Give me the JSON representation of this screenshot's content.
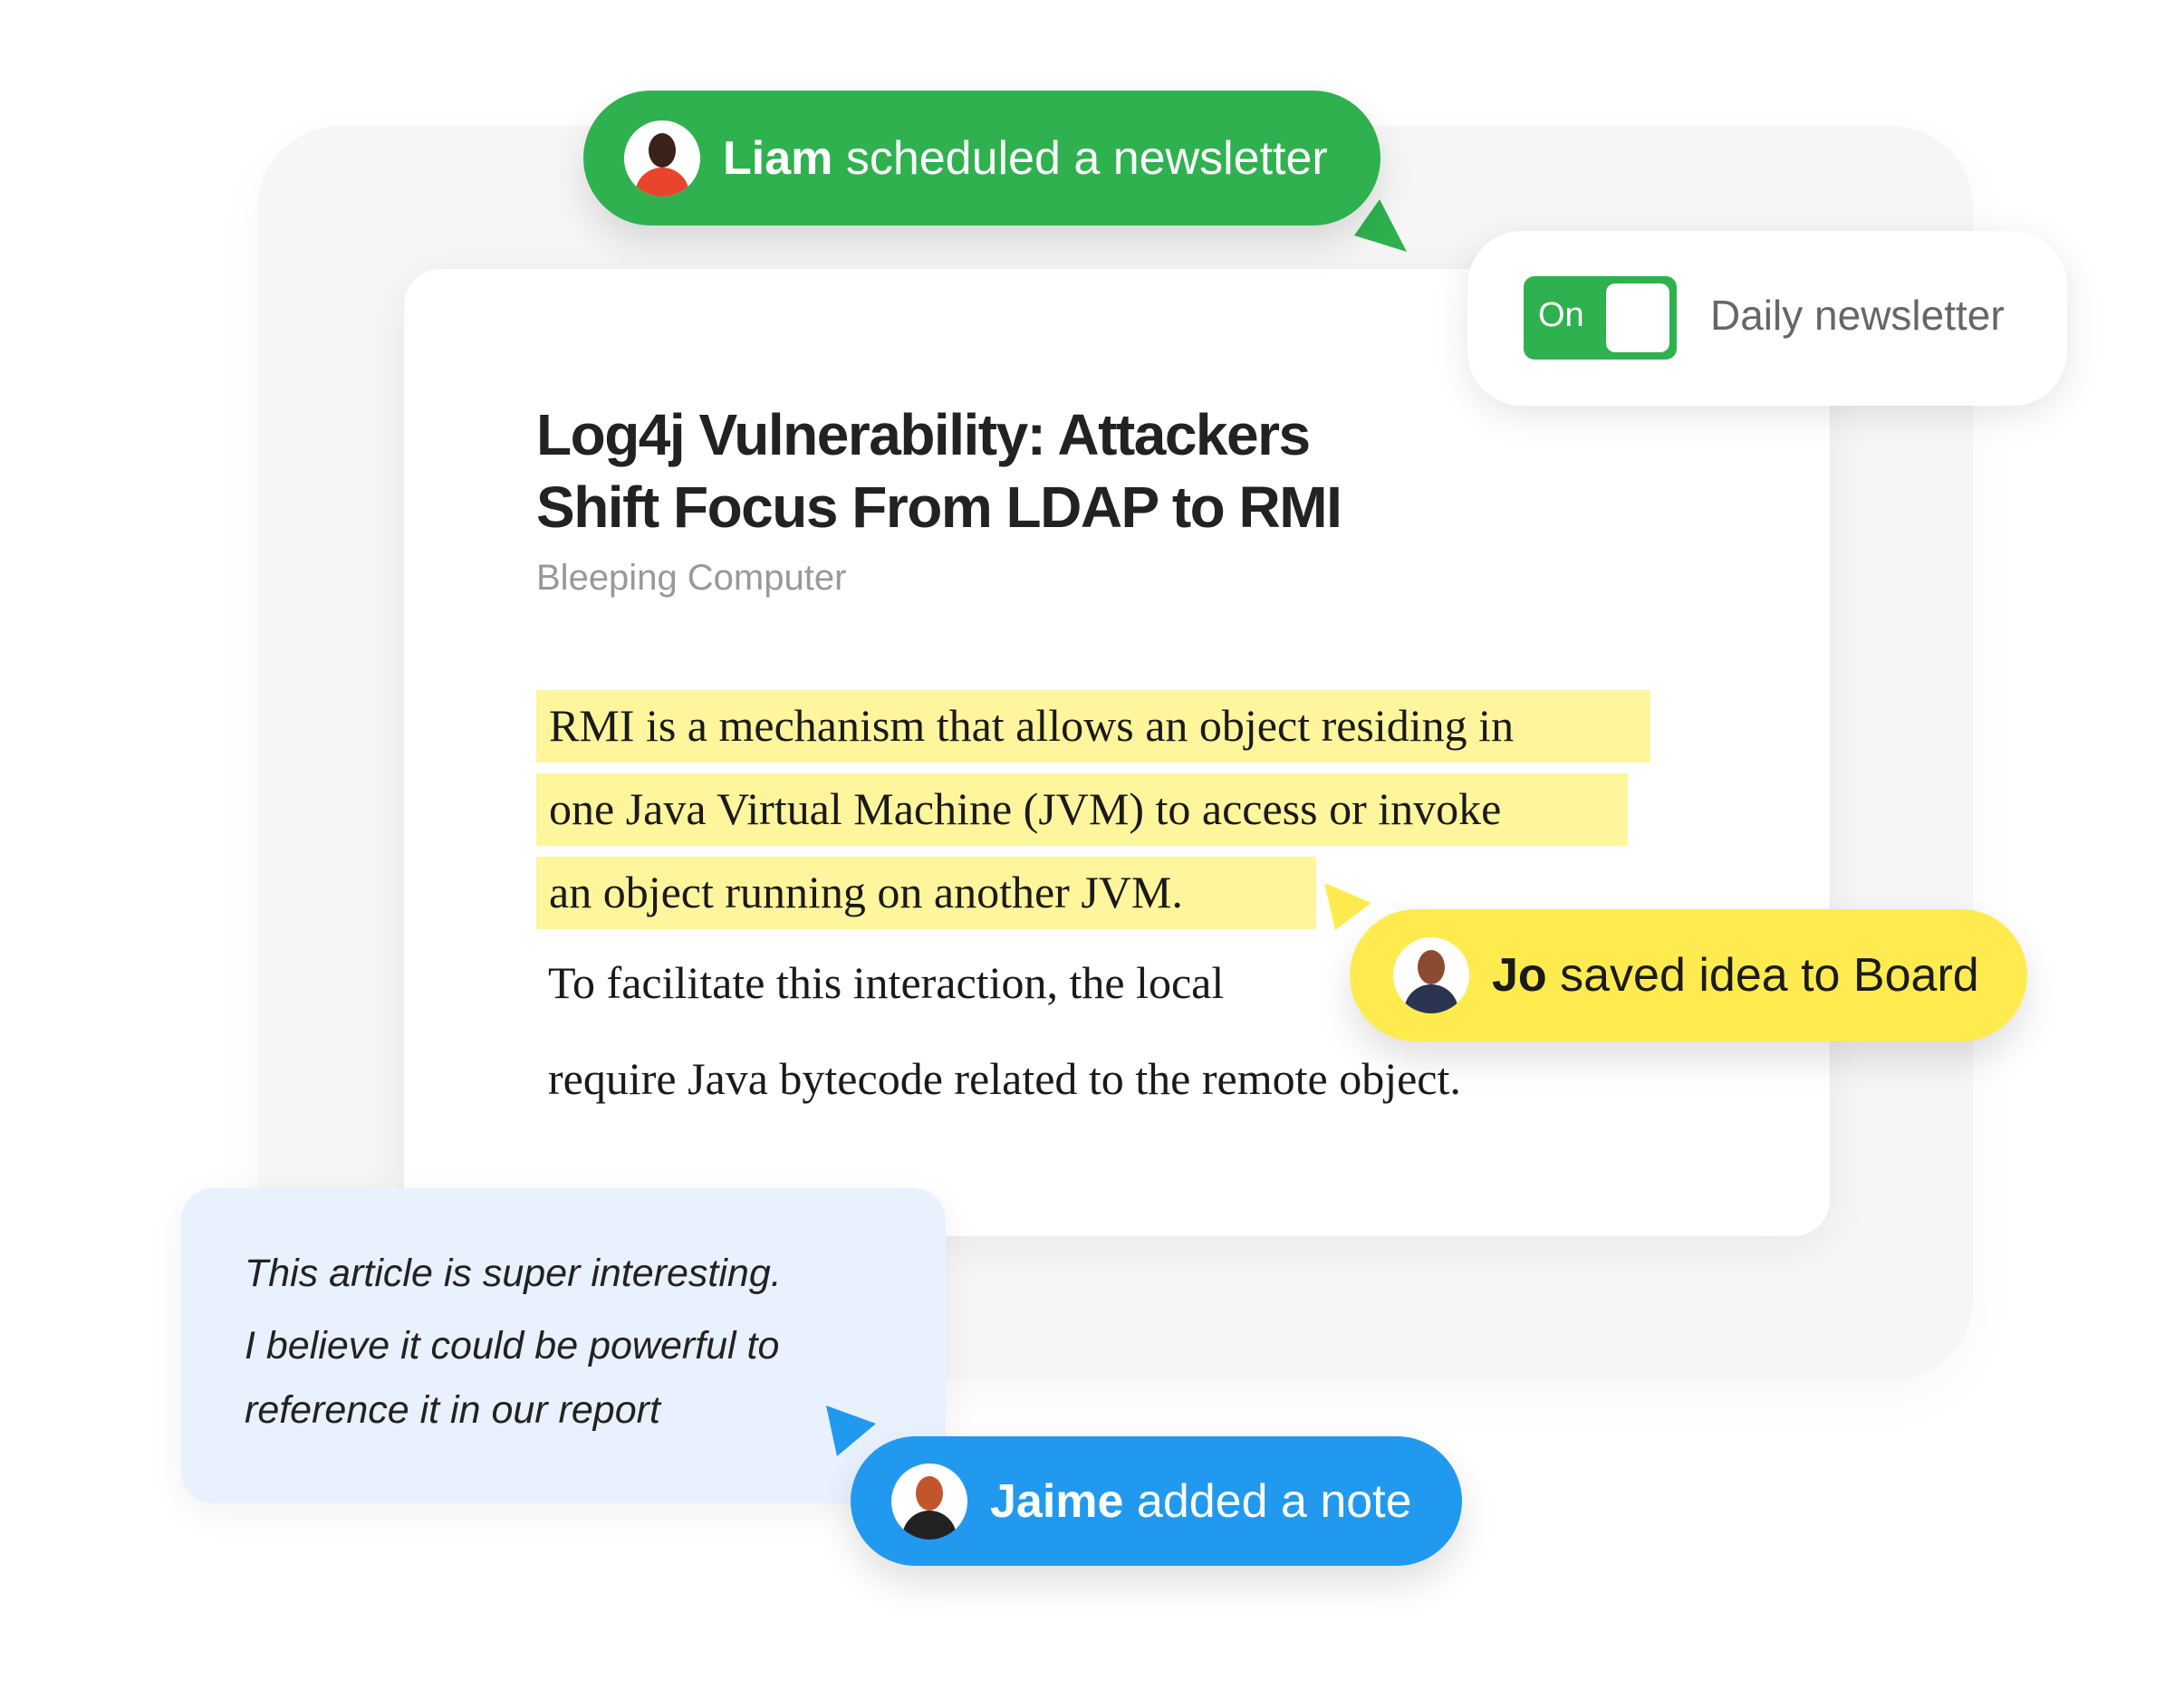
{
  "article": {
    "title_line1": "Log4j Vulnerability: Attackers",
    "title_line2": "Shift Focus From LDAP to RMI",
    "source": "Bleeping Computer",
    "highlighted_lines": [
      "RMI is a mechanism that allows an object residing in",
      "one Java Virtual Machine (JVM) to access or invoke",
      "an object running on another JVM."
    ],
    "body_lines": [
      "To facilitate this interaction, the local",
      "require Java bytecode related to the remote object."
    ]
  },
  "notifications": {
    "newsletter": {
      "user": "Liam",
      "action": "scheduled a newsletter",
      "color": "#2fb14f",
      "icon": "avatar"
    },
    "board": {
      "user": "Jo",
      "action": "saved idea to Board",
      "color": "#ffeb4f",
      "icon": "avatar"
    },
    "note": {
      "user": "Jaime",
      "action": "added a note",
      "color": "#2199ef",
      "icon": "avatar"
    }
  },
  "toggle": {
    "state_label": "On",
    "is_on": true,
    "label": "Daily newsletter"
  },
  "note_card": {
    "lines": [
      "This article is super interesting.",
      "I believe it could be powerful to",
      "reference it in our report"
    ]
  },
  "colors": {
    "highlight": "#fff59d",
    "note_bg": "#e8f1fd"
  }
}
